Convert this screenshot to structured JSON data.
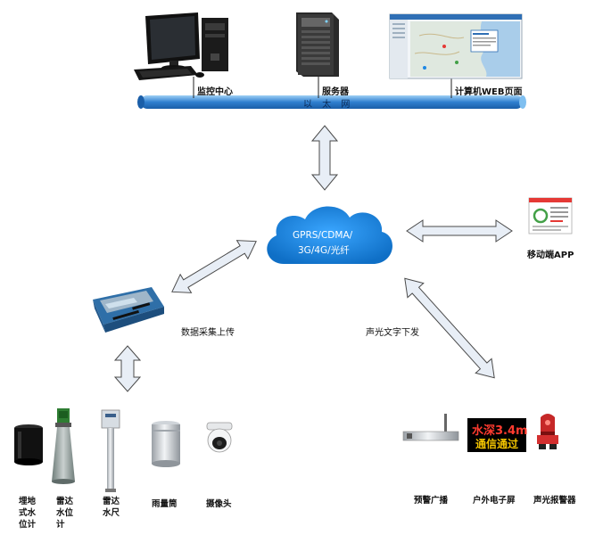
{
  "top_row": {
    "monitor_center_label": "监控中心",
    "server_label": "服务器",
    "web_page_label": "计算机WEB页面",
    "ethernet_label": "以 太 网"
  },
  "cloud_label_line1": "GPRS/CDMA/",
  "cloud_label_line2": "3G/4G/光纤",
  "mobile_app_label": "移动端APP",
  "data_upload_label": "数据采集上传",
  "sound_light_label": "声光文字下发",
  "sensors": [
    {
      "label": "埋地式水位计"
    },
    {
      "label": "雷达水位计"
    },
    {
      "label": "雷达水尺"
    },
    {
      "label": "雨量筒"
    },
    {
      "label": "摄像头"
    }
  ],
  "outputs": [
    {
      "label": "预警广播"
    },
    {
      "label": "户外电子屏"
    },
    {
      "label": "声光报警器"
    }
  ],
  "led_screen": {
    "line1": "水深3.4m",
    "line2": "通信通过"
  },
  "colors": {
    "arrow_fill": "#e8eef6",
    "arrow_stroke": "#4a4a4a",
    "cloud": "#1f8fe0",
    "pipe": "#2f7fd0"
  }
}
